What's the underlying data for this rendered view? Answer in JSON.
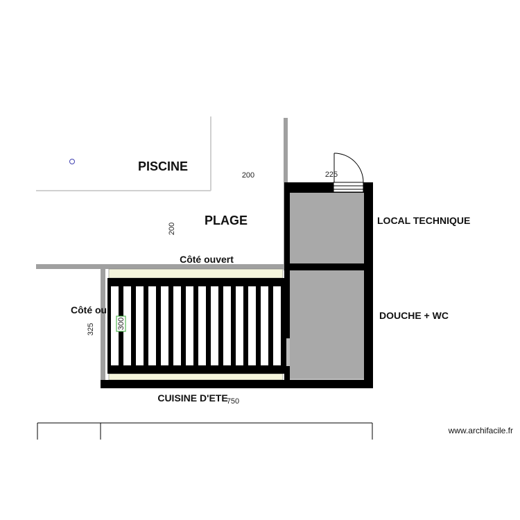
{
  "rooms": {
    "piscine": "PISCINE",
    "plage": "PLAGE",
    "local_technique": "LOCAL TECHNIQUE",
    "douche_wc": "DOUCHE + WC",
    "cuisine": "CUISINE D'ETE"
  },
  "sides": {
    "top_open": "Côté ouvert",
    "left_open": "Côté ou"
  },
  "dimensions": {
    "piscine_width": "200",
    "plage_height": "200",
    "door": "225",
    "cuisine_depth": "325",
    "pergola": "300",
    "cuisine_width": "750"
  },
  "watermark": "www.archifacile.fr",
  "colors": {
    "wall": "#000000",
    "room_fill": "#a9a9a9",
    "low_wall": "#a0a0a0",
    "counter": "#f5f5dc"
  }
}
